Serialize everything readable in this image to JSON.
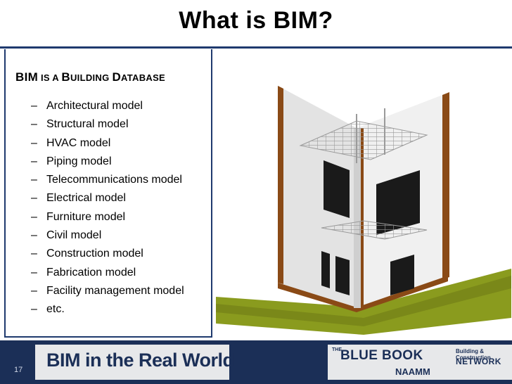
{
  "slide": {
    "title": "What is BIM?",
    "page_number": "17"
  },
  "heading": {
    "part1": "BIM",
    "part2": " is a ",
    "part3": "B",
    "part4": "uilding ",
    "part5": "D",
    "part6": "atabase"
  },
  "bullets": [
    "Architectural model",
    "Structural model",
    "HVAC model",
    "Piping model",
    "Telecommunications model",
    "Electrical model",
    "Furniture model",
    "Civil model",
    "Construction model",
    "Fabrication model",
    "Facility management model",
    "etc."
  ],
  "bullet_marker": "–",
  "footer": {
    "brand": "BIM in the Real World",
    "blue_book_the": "THE",
    "blue_book": "BLUE BOOK",
    "network": "NETWORK",
    "building_construction": "Building & Construction",
    "naamm": "NAAMM"
  },
  "colors": {
    "accent": "#1f3a6e",
    "footer": "#1b2f57",
    "wall_trim": "#8a4a16",
    "ground": "#8a9b1e"
  }
}
